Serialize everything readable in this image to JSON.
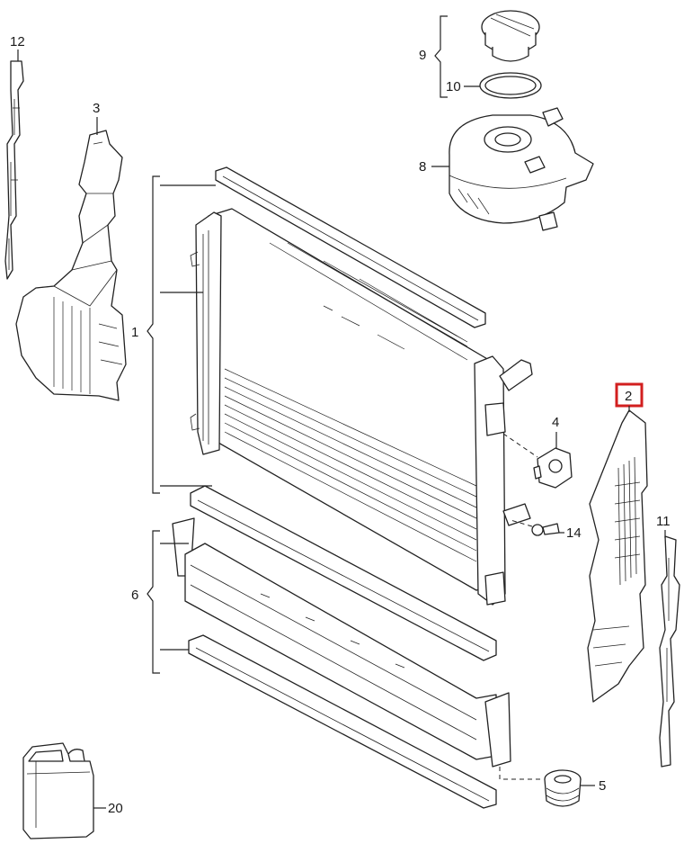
{
  "callouts": {
    "c1": "1",
    "c2": "2",
    "c3": "3",
    "c4": "4",
    "c5": "5",
    "c6": "6",
    "c8": "8",
    "c9": "9",
    "c10": "10",
    "c11": "11",
    "c12": "12",
    "c14": "14",
    "c20": "20"
  },
  "highlight": {
    "callout": "2",
    "color": "#d21f1f"
  }
}
